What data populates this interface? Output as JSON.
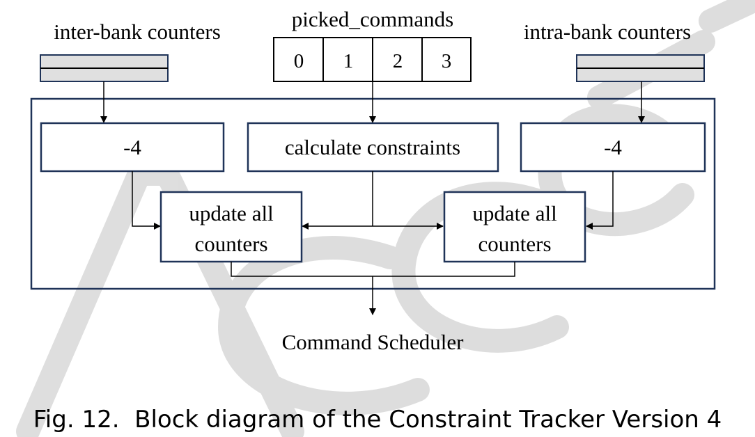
{
  "colors": {
    "box_stroke": "#1f3358",
    "line": "#000000",
    "register_fill": "#e0e0e0",
    "watermark": "#d0d0d0"
  },
  "inputs": {
    "inter_bank_label": "inter-bank counters",
    "picked_commands_label": "picked_commands",
    "picked_commands_cells": [
      "0",
      "1",
      "2",
      "3"
    ],
    "intra_bank_label": "intra-bank counters"
  },
  "blocks": {
    "left_decrement": "-4",
    "calculate": "calculate constraints",
    "right_decrement": "-4",
    "left_update": [
      "update all",
      "counters"
    ],
    "right_update": [
      "update all",
      "counters"
    ]
  },
  "output_label": "Command Scheduler",
  "caption": "Fig. 12.  Block diagram of the Constraint Tracker Version 4",
  "watermark_text": "Accepted"
}
